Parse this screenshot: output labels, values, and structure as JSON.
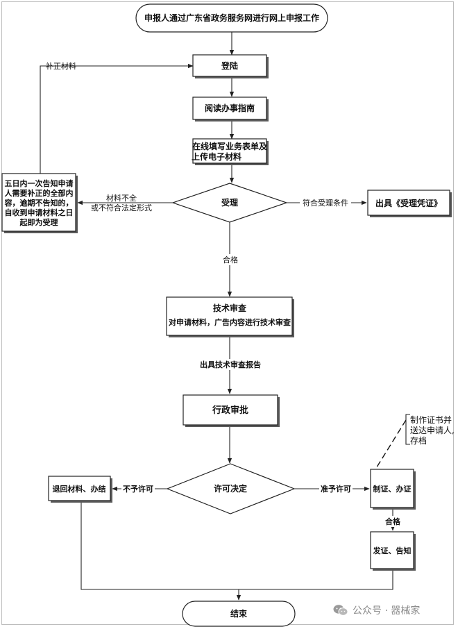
{
  "nodes": {
    "start": "申报人通过广东省政务服务网进行网上申报工作",
    "login": "登陆",
    "guide": "阅读办事指南",
    "fill_form": [
      "在线填写业务表单及",
      "上传电子材料"
    ],
    "accept": "受理",
    "notify": [
      "五日内一次告知申请",
      "人需要补正的全部内",
      "容，逾期不告知的，",
      "自收到申请材料之日",
      "起即为受理"
    ],
    "receipt": "出具《受理凭证》",
    "tech_review_title": "技术审查",
    "tech_review_body": "对申请材料，广告内容进行技术审查",
    "admin_approval": "行政审批",
    "decision": "许可决定",
    "return_materials": "退回材料、办结",
    "make_cert": "制证、办证",
    "issue_cert": "发证、告知",
    "end": "结束",
    "note": [
      "制作证书并",
      "送达申请人,",
      "存档"
    ]
  },
  "edges": {
    "supplement": "补正材料",
    "incomplete": [
      "材料不全",
      "或不符合法定形式"
    ],
    "meets_conditions": "符合受理条件",
    "qualified": "合格",
    "tech_report": "出具技术审查报告",
    "not_approved": "不予许可",
    "approved": "准予许可",
    "qualified_2": "合格"
  },
  "watermark": {
    "text": "公众号 · 器械家",
    "icon": "wechat-icon"
  }
}
